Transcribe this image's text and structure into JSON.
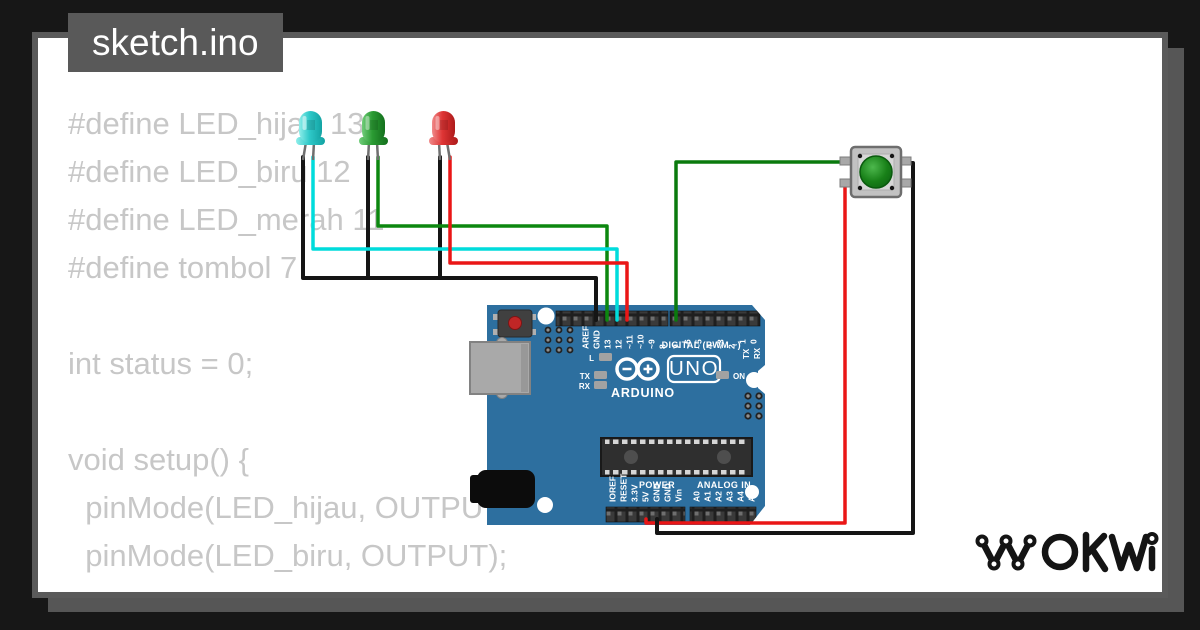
{
  "title": {
    "filename": "sketch.ino"
  },
  "editor": {
    "code_text": "#define LED_hijau 13\n#define LED_biru 12\n#define LED_merah 11\n#define tombol 7\n\nint status = 0;\n\nvoid setup() {\n  pinMode(LED_hijau, OUTPUT);\n  pinMode(LED_biru, OUTPUT);\n  pinMode(LED_merah, OUTPUT);"
  },
  "board": {
    "brand": "ARDUINO",
    "model": "UNO",
    "digital_header_label": "DIGITAL (PWM ~)",
    "power_label": "POWER",
    "analog_label": "ANALOG IN",
    "status_leds": {
      "l": "L",
      "tx": "TX",
      "rx": "RX",
      "on": "ON"
    },
    "top_pins": [
      "AREF",
      "GND",
      "13",
      "12",
      "~11",
      "~10",
      "~9",
      "8",
      "7",
      "~6",
      "~5",
      "4",
      "~3",
      "2",
      "1",
      "0"
    ],
    "serial_labels": [
      "TX",
      "RX"
    ],
    "power_pins": [
      "IOREF",
      "RESET",
      "3.3V",
      "5V",
      "GND",
      "GND",
      "Vin"
    ],
    "analog_pins": [
      "A0",
      "A1",
      "A2",
      "A3",
      "A4",
      "A5"
    ]
  },
  "logo": {
    "text": "WOKWI"
  },
  "colors": {
    "board_blue": "#2d6f9f",
    "wire_black": "#151515",
    "wire_cyan": "#00dcdc",
    "wire_green_led": "#0c870f",
    "wire_green_button": "#0a7a0d",
    "wire_red": "#ea1616",
    "button_cap_green": "#1d8a1d",
    "canvas_border": "#5a5a5a",
    "code_text_gray": "#c7c7c7"
  }
}
